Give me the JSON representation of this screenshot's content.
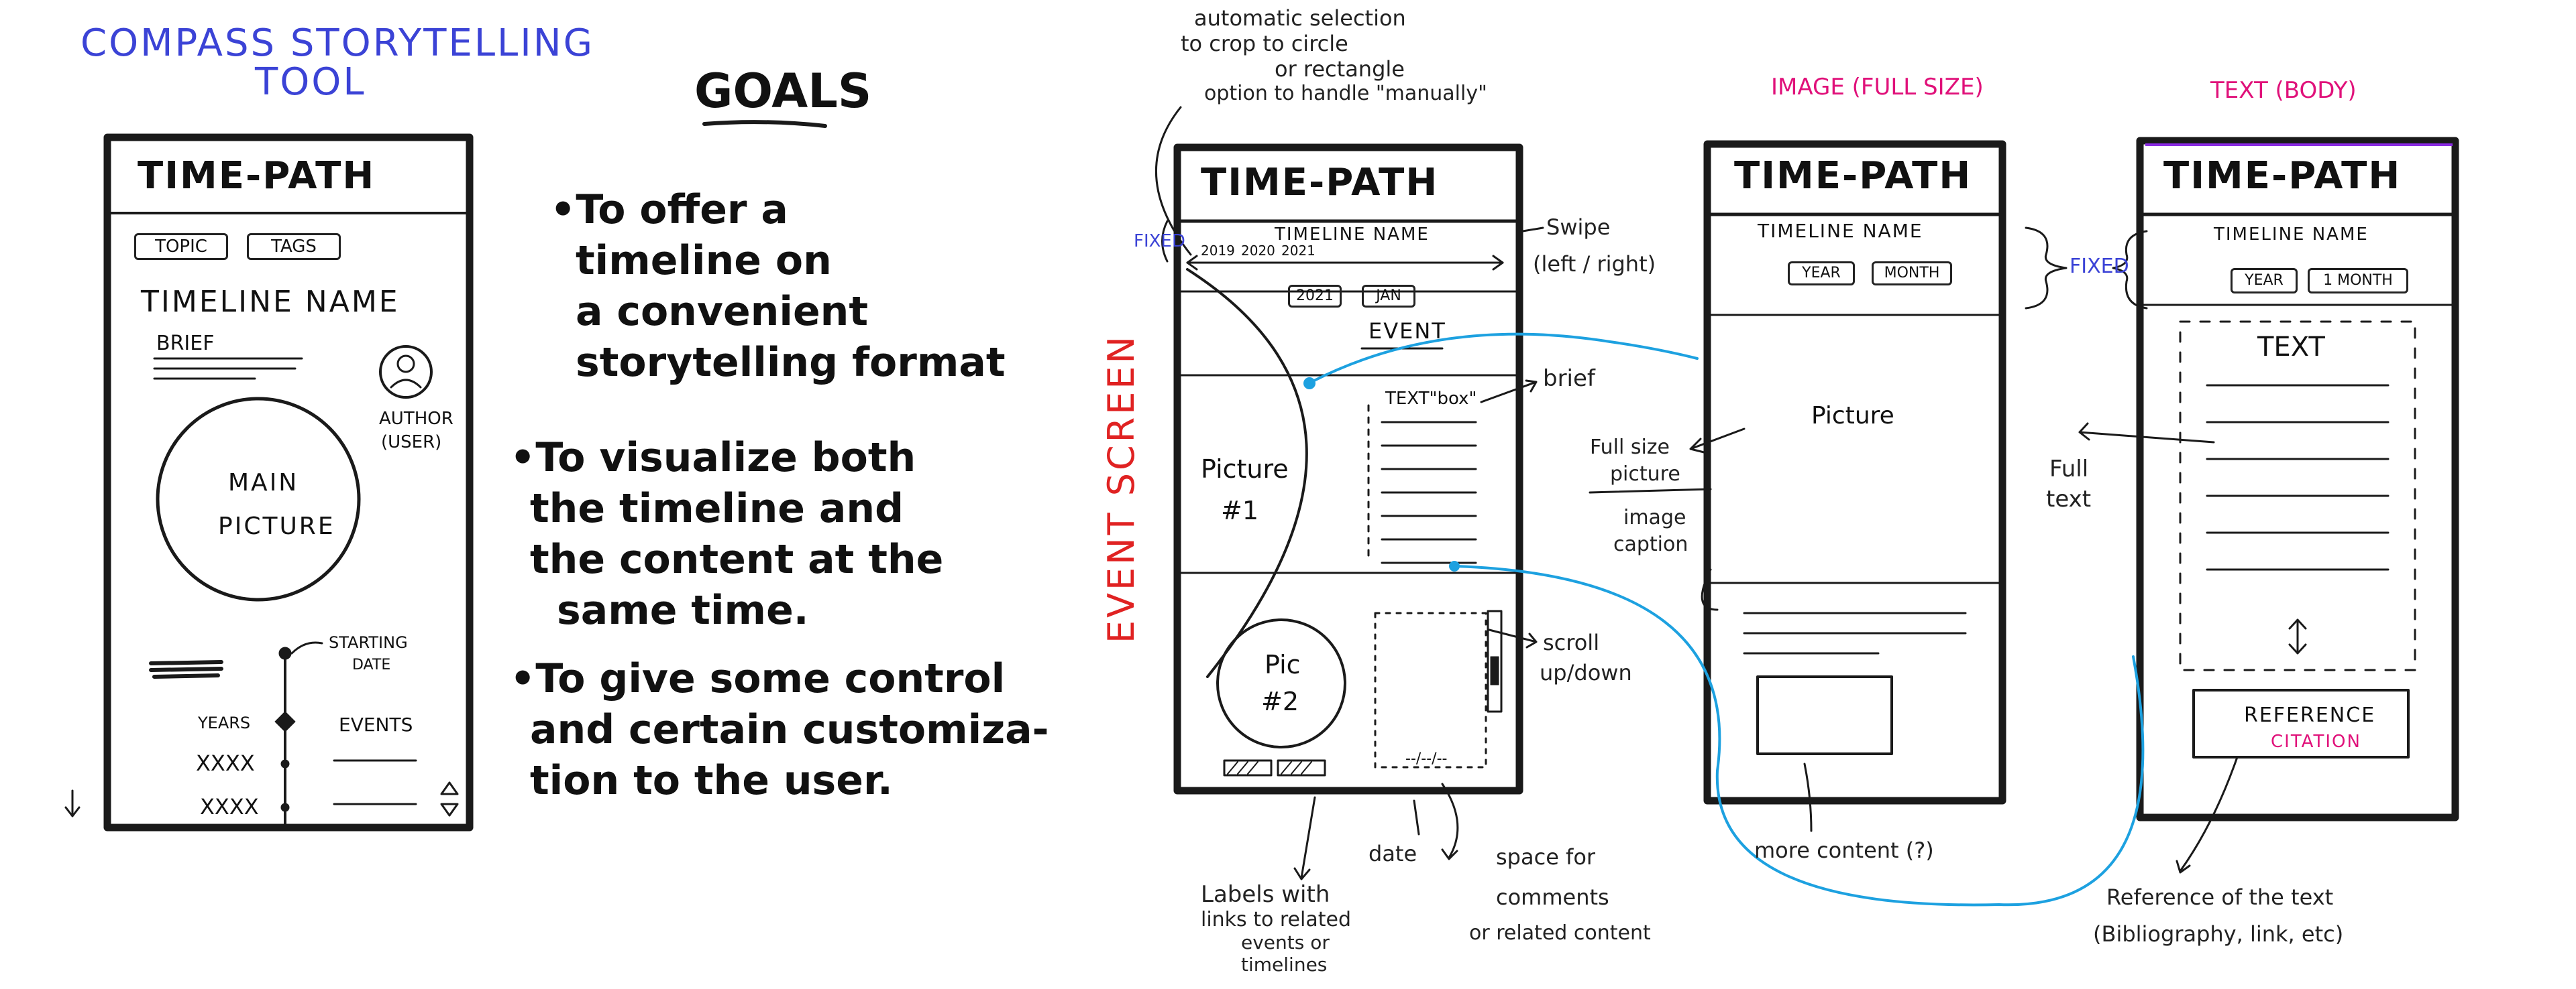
{
  "header": {
    "tool_title_line1": "COMPASS STORYTELLING",
    "tool_title_line2": "TOOL",
    "goals_title": "GOALS"
  },
  "goals": [
    [
      "•To offer a",
      "timeline on",
      "a convenient",
      "storytelling format"
    ],
    [
      "•To visualize both",
      "the timeline and",
      "the content at the",
      "same time."
    ],
    [
      "•To give some control",
      "and certain customiza-",
      "tion to the user."
    ]
  ],
  "main_screen": {
    "title": "TIME-PATH",
    "topic_label": "TOPIC",
    "tags_label": "TAGS",
    "timeline_name": "TIMELINE NAME",
    "brief": "BRIEF",
    "author_line1": "AUTHOR",
    "author_line2": "(USER)",
    "picture_line1": "MAIN",
    "picture_line2": "PICTURE",
    "starting_line1": "STARTING",
    "starting_line2": "DATE",
    "years_label": "YEARS",
    "events_label": "EVENTS",
    "year_placeholder": "XXXX"
  },
  "event_screen": {
    "side_label": "EVENT SCREEN",
    "fixed_label": "FIXED",
    "title": "TIME-PATH",
    "timeline_name": "TIMELINE NAME",
    "years": [
      "2019",
      "2020",
      "2021"
    ],
    "year_button": "2021",
    "month_button": "JAN",
    "event_label": "EVENT",
    "text_box_label": "TEXT\"box\"",
    "picture1_line1": "Picture",
    "picture1_line2": "#1",
    "pic2_line1": "Pic",
    "pic2_line2": "#2",
    "date_mark": "--/--/--"
  },
  "image_screen": {
    "heading": "IMAGE (FULL SIZE)",
    "title": "TIME-PATH",
    "timeline_name": "TIMELINE NAME",
    "year_button": "YEAR",
    "month_button": "MONTH",
    "picture_label": "Picture"
  },
  "text_screen": {
    "heading": "TEXT (BODY)",
    "title": "TIME-PATH",
    "timeline_name": "TIMELINE NAME",
    "year_button": "YEAR",
    "month_button": "1 MONTH",
    "text_label": "TEXT",
    "reference_label": "REFERENCE",
    "citation_label": "CITATION"
  },
  "annotations": {
    "auto_selection": [
      "automatic selection",
      "to crop to circle",
      "or rectangle",
      "option to handle \"manually\""
    ],
    "swipe": [
      "Swipe",
      "(left / right)"
    ],
    "brief": "brief",
    "full_size_picture": [
      "Full size",
      "picture"
    ],
    "image_caption": [
      "image",
      "caption"
    ],
    "scroll": [
      "scroll",
      "up/down"
    ],
    "fixed_right": "FIXED",
    "full_text": [
      "Full",
      "text"
    ],
    "date": "date",
    "labels_links": [
      "Labels with",
      "links to related",
      "events or",
      "timelines"
    ],
    "space_comments": [
      "space for",
      "comments",
      "or related content"
    ],
    "more_content": "more content (?)",
    "reference_of_text": [
      "Reference of the text",
      "(Bibliography, link, etc)"
    ]
  }
}
